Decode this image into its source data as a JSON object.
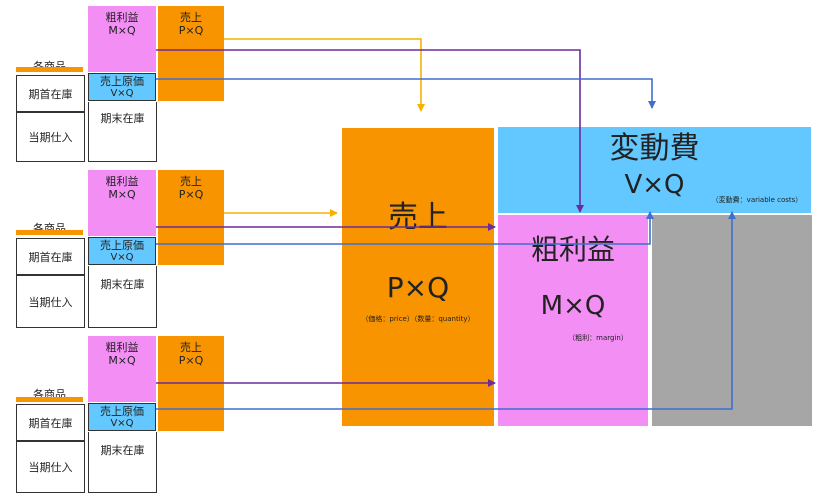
{
  "labels": {
    "product": "各商品",
    "opening_inventory": "期首在庫",
    "purchases": "当期仕入",
    "closing_inventory": "期末在庫",
    "gross_profit": "粗利益",
    "sales": "売上",
    "cogs": "売上原価",
    "m_q": "M×Q",
    "p_q": "P×Q",
    "v_q": "V×Q"
  },
  "summary": {
    "sales_title": "売上",
    "sales_formula": "P×Q",
    "sales_note": "（価格：price）（数量：quantity）",
    "variable_title": "変動費",
    "variable_formula": "V×Q",
    "variable_note": "（変動費：variable costs）",
    "gross_title": "粗利益",
    "gross_formula": "M×Q",
    "gross_note": "（粗利：margin）"
  },
  "colors": {
    "orange": "#f79400",
    "pink": "#f38ef5",
    "blue": "#63c8ff",
    "gray": "#a6a6a6",
    "arrow_orange": "#f7b200",
    "arrow_purple": "#6a2c9c",
    "arrow_blue": "#3f6fcf"
  }
}
